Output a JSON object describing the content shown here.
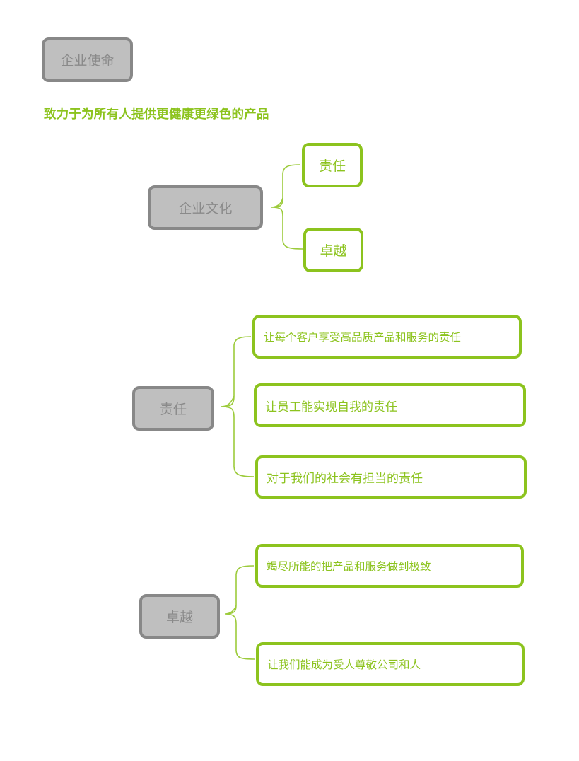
{
  "mission": {
    "label": "企业使命",
    "statement": "致力于为所有人提供更健康更绿色的产品"
  },
  "culture": {
    "label": "企业文化",
    "children": [
      "责任",
      "卓越"
    ]
  },
  "responsibility": {
    "label": "责任",
    "items": [
      "让每个客户享受高品质产品和服务的责任",
      "让员工能实现自我的责任",
      "对于我们的社会有担当的责任"
    ]
  },
  "excellence": {
    "label": "卓越",
    "items": [
      "竭尽所能的把产品和服务做到极致",
      "让我们能成为受人尊敬公司和人"
    ]
  },
  "colors": {
    "accent": "#8cc31e",
    "node_fill": "#bfbfbf",
    "node_border": "#888888"
  }
}
